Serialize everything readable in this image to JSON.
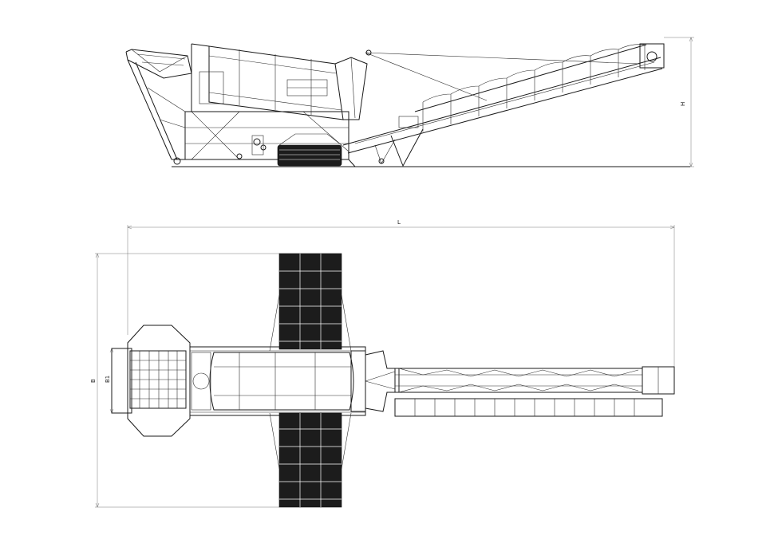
{
  "dimensions": {
    "height_label": "H",
    "length_label": "L",
    "width_label": "B",
    "inner_width_label": "B1"
  },
  "colors": {
    "line": "#1a1a1a",
    "background": "#ffffff",
    "track_fill": "#1c1c1c"
  }
}
